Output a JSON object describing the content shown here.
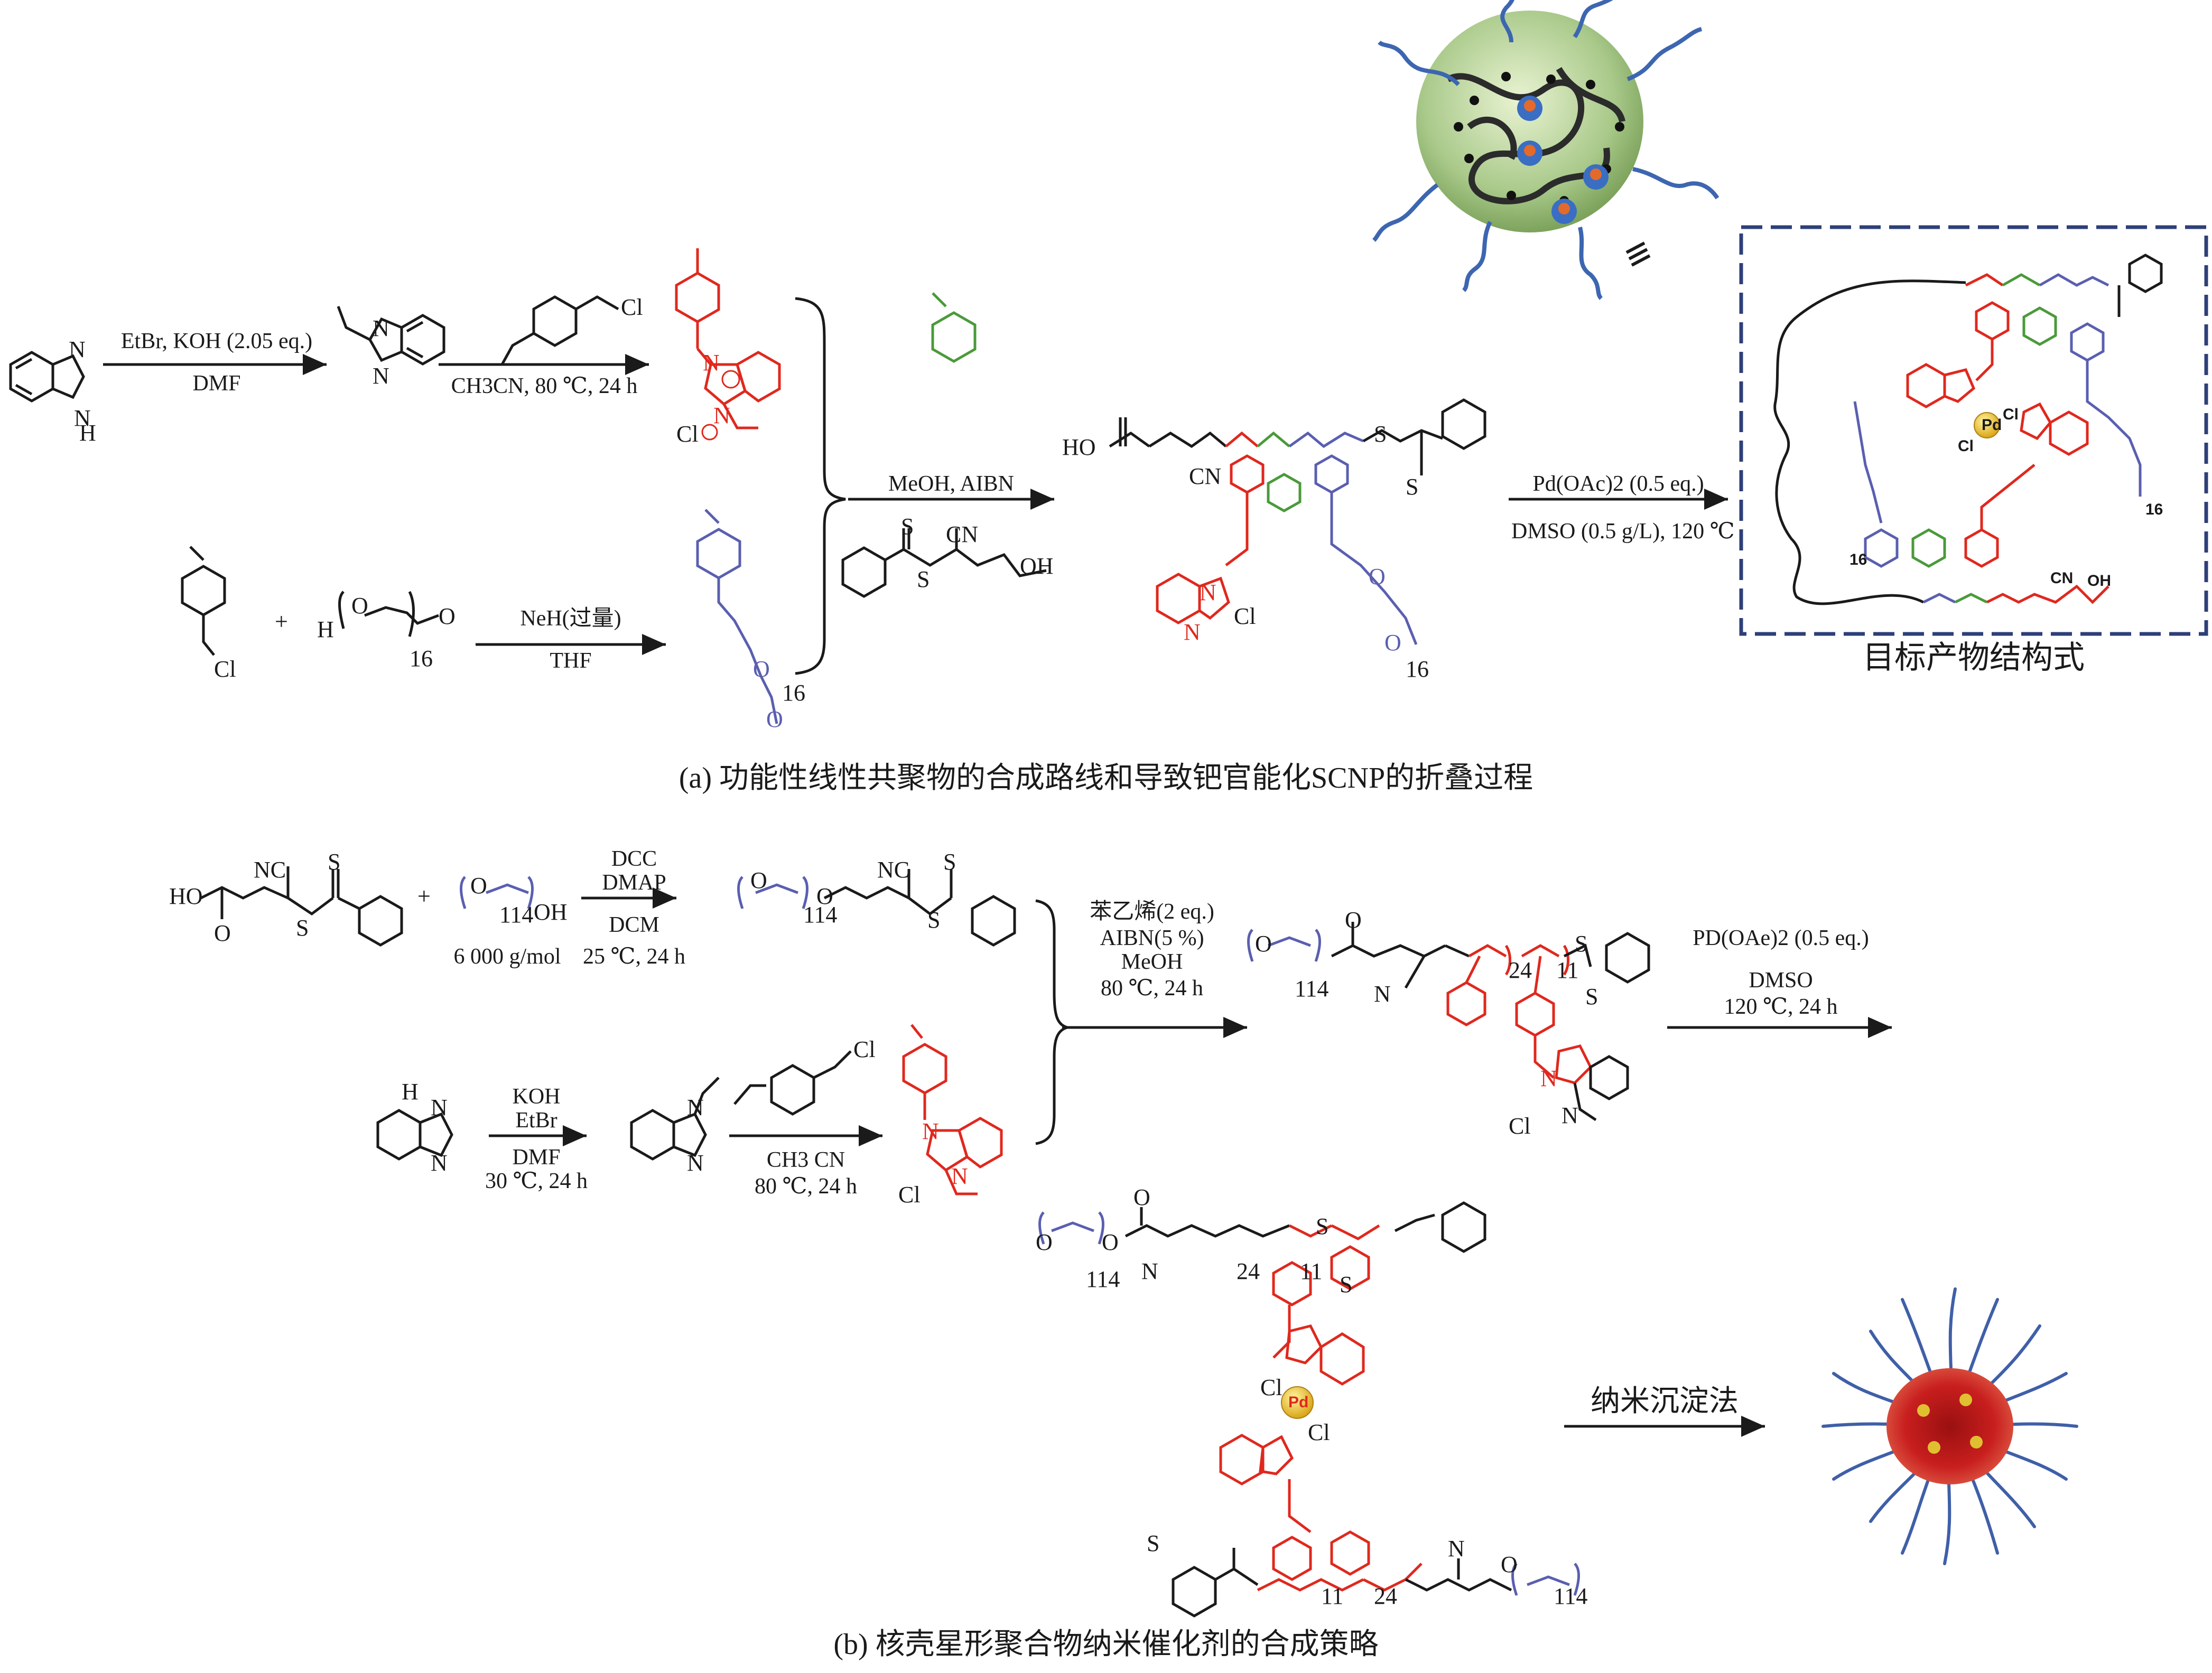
{
  "panel_a": {
    "step1": {
      "line1": "EtBr, KOH (2.05 eq.)",
      "line2": "DMF"
    },
    "step2": {
      "line1": "CH3CN, 80 ℃, 24 h"
    },
    "step3": {
      "line1": "NeH(过量)",
      "line2": "THF"
    },
    "raft": {
      "reagent": "MeOH, AIBN"
    },
    "step4": {
      "line1": "Pd(OAc)2 (0.5 eq.)",
      "line2": "DMSO (0.5 g/L), 120 ℃"
    },
    "peg_repeat": "16",
    "equiv_symbol": "≡",
    "target_label": "目标产物结构式",
    "caption": "(a) 功能性线性共聚物的合成路线和导致钯官能化SCNP的折叠过程",
    "atoms": {
      "n": "N",
      "h": "H",
      "cl": "Cl",
      "ho": "HO",
      "h_left": "H",
      "o": "O",
      "s": "S",
      "cn": "CN",
      "oh": "OH",
      "pd": "Pd",
      "plus": "+"
    }
  },
  "panel_b": {
    "peg": {
      "repeat": "114",
      "end": "OH",
      "mw": "6 000 g/mol"
    },
    "step1": {
      "line1": "DCC",
      "line2": "DMAP",
      "line3": "DCM",
      "line4": "25 ℃, 24 h"
    },
    "step2": {
      "line1": "苯乙烯(2 eq.)",
      "line2": "AIBN(5 %)",
      "line3": "MeOH",
      "line4": "80 ℃, 24 h"
    },
    "step3": {
      "line1": "PD(OAe)2 (0.5 eq.)",
      "line2": "DMSO",
      "line3": "120 ℃, 24 h"
    },
    "step4": {
      "line1": "KOH",
      "line2": "EtBr",
      "line3": "DMF",
      "line4": "30 ℃, 24 h"
    },
    "step5": {
      "line1": "CH3 CN",
      "line2": "80 ℃, 24 h"
    },
    "block_24": "24",
    "block_11": "11",
    "nano_label": "纳米沉淀法",
    "caption": "(b) 核壳星形聚合物纳米催化剂的合成策略",
    "atoms": {
      "nc": "NC",
      "n": "N",
      "cl": "Cl",
      "pd": "Pd",
      "s": "S",
      "o": "O",
      "ho": "HO",
      "plus": "+"
    }
  },
  "colors": {
    "styrene_green": "#4a9a3a",
    "imidazolium_red": "#e0281e",
    "peg_blue": "#5a5fb0",
    "box_border": "#2e3f78"
  }
}
